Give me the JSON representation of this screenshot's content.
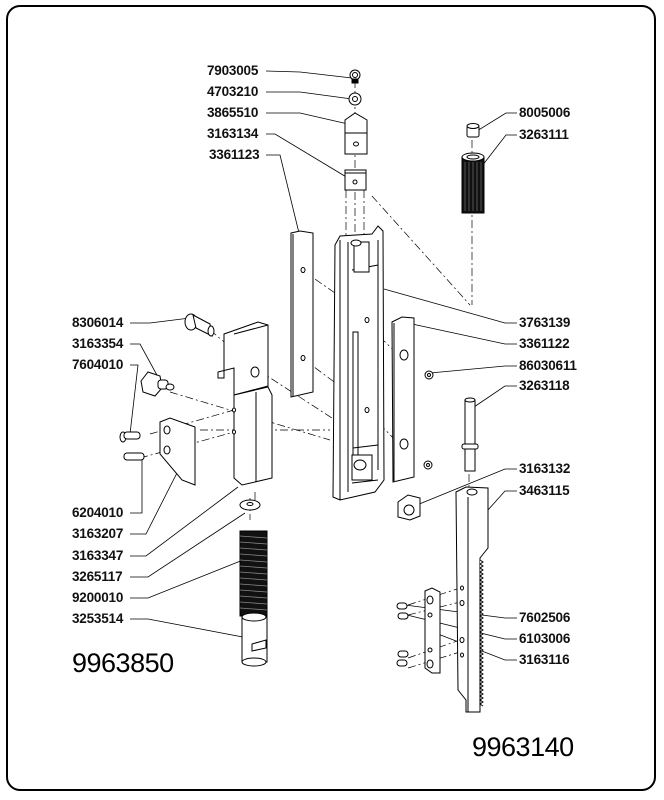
{
  "diagram": {
    "assemblies": [
      {
        "id": "9963850"
      },
      {
        "id": "9963140"
      }
    ],
    "parts": {
      "p7903005": "7903005",
      "p4703210": "4703210",
      "p3865510": "3865510",
      "p3163134": "3163134",
      "p3361123": "3361123",
      "p8005006": "8005006",
      "p3263111": "3263111",
      "p8306014": "8306014",
      "p3163354": "3163354",
      "p7604010": "7604010",
      "p3763139": "3763139",
      "p3361122": "3361122",
      "p86030611": "86030611",
      "p3263118": "3263118",
      "p6204010": "6204010",
      "p3163207": "3163207",
      "p3163347": "3163347",
      "p3265117": "3265117",
      "p9200010": "9200010",
      "p3253514": "3253514",
      "p3163132": "3163132",
      "p3463115": "3463115",
      "p7602506": "7602506",
      "p6103006": "6103006",
      "p3163116": "3163116"
    }
  }
}
